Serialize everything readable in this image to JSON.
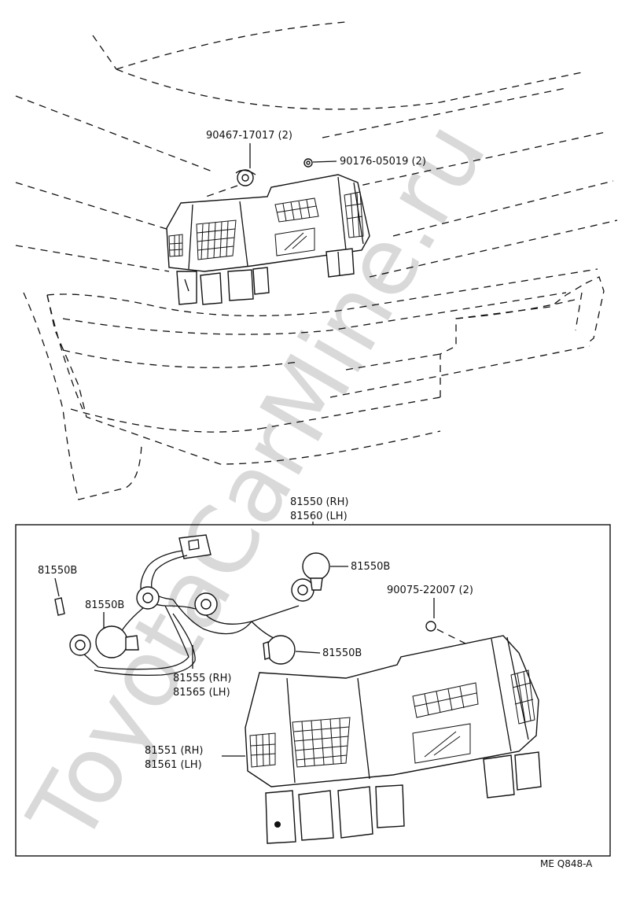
{
  "watermark": "ToyotaCarMine.ru",
  "drawing_code": "ME  Q848-A",
  "labels": {
    "part_90467": "90467-17017 (2)",
    "part_90176": "90176-05019 (2)",
    "assy_rh": "81550 (RH)",
    "assy_lh": "81560 (LH)",
    "bulb_small": "81550B",
    "bulb_top_right": "81550B",
    "bulb_mid_left": "81550B",
    "bulb_mid_right": "81550B",
    "part_90075": "90075-22007 (2)",
    "socket_rh": "81555 (RH)",
    "socket_lh": "81565 (LH)",
    "lens_rh": "81551 (RH)",
    "lens_lh": "81561 (LH)"
  }
}
